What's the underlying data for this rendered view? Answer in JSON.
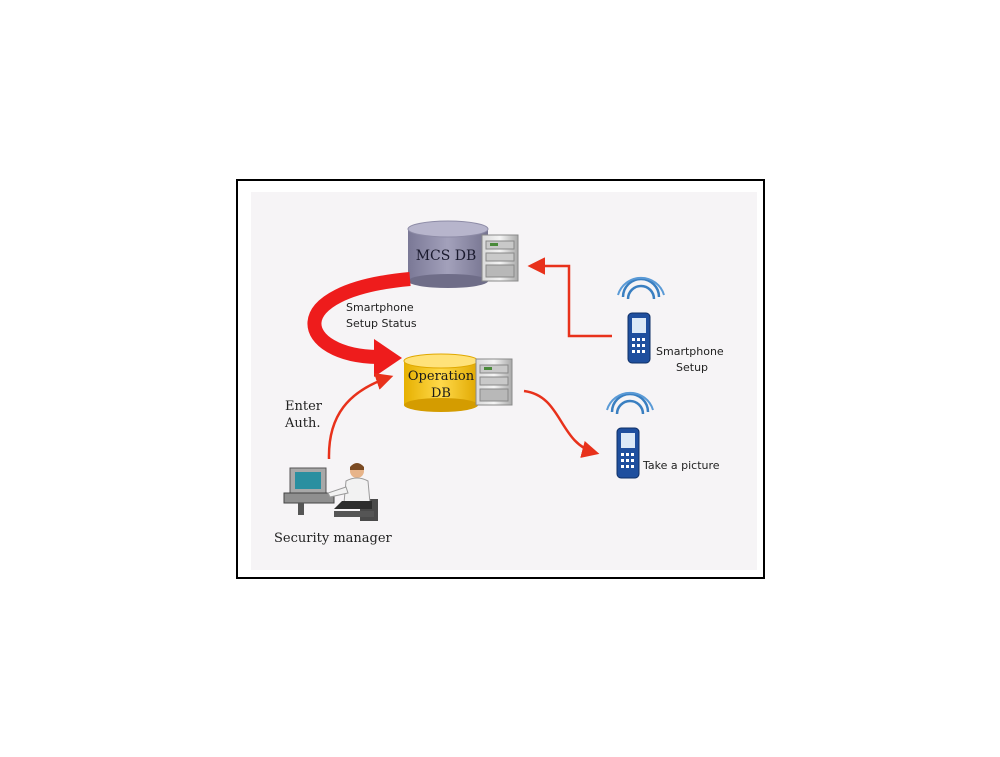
{
  "nodes": {
    "mcs_db": {
      "label": "MCS DB"
    },
    "operation_db": {
      "label_line1": "Operation",
      "label_line2": "DB"
    }
  },
  "labels": {
    "status_line1": "Smartphone",
    "status_line2": "Setup Status",
    "setup_line1": "Smartphone",
    "setup_line2": "Setup",
    "take_picture": "Take a picture",
    "enter_line1": "Enter",
    "enter_line2": "Auth.",
    "security_manager": "Security manager"
  },
  "colors": {
    "panel": "#f6f4f6",
    "arrow_red": "#e8311b",
    "big_arrow": "#ee1c1c",
    "db_purple": "#8d8ba6",
    "db_yellow": "#f5c81a",
    "phone_blue": "#1f4f9e"
  }
}
